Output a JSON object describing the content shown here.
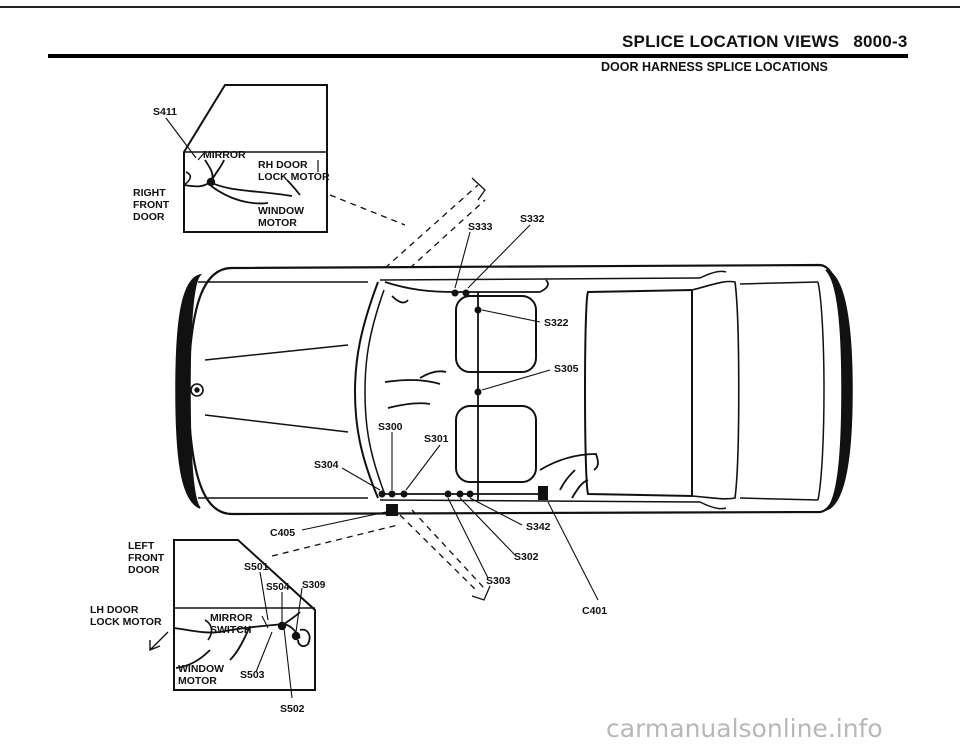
{
  "header": {
    "title": "SPLICE LOCATION VIEWS",
    "page_number": "8000-3",
    "subtitle": "DOOR HARNESS SPLICE LOCATIONS"
  },
  "right_door_inset": {
    "side_label": [
      "RIGHT",
      "FRONT",
      "DOOR"
    ],
    "splice": "S411",
    "mirror": "MIRROR",
    "lock_motor": [
      "RH DOOR",
      "LOCK MOTOR"
    ],
    "window_motor": [
      "WINDOW",
      "MOTOR"
    ]
  },
  "left_door_inset": {
    "side_label": [
      "LEFT",
      "FRONT",
      "DOOR"
    ],
    "lock_motor": [
      "LH DOOR",
      "LOCK MOTOR"
    ],
    "mirror_switch": [
      "MIRROR",
      "SWITCH"
    ],
    "window_motor": [
      "WINDOW",
      "MOTOR"
    ],
    "splices": [
      "S501",
      "S504",
      "S309",
      "S503",
      "S502"
    ]
  },
  "car_labels": {
    "s333": "S333",
    "s332": "S332",
    "s322": "S322",
    "s305": "S305",
    "s300": "S300",
    "s301": "S301",
    "s304": "S304",
    "c405": "C405",
    "s342": "S342",
    "s302": "S302",
    "s303": "S303",
    "c401": "C401"
  },
  "watermark": "carmanualsonline.info"
}
